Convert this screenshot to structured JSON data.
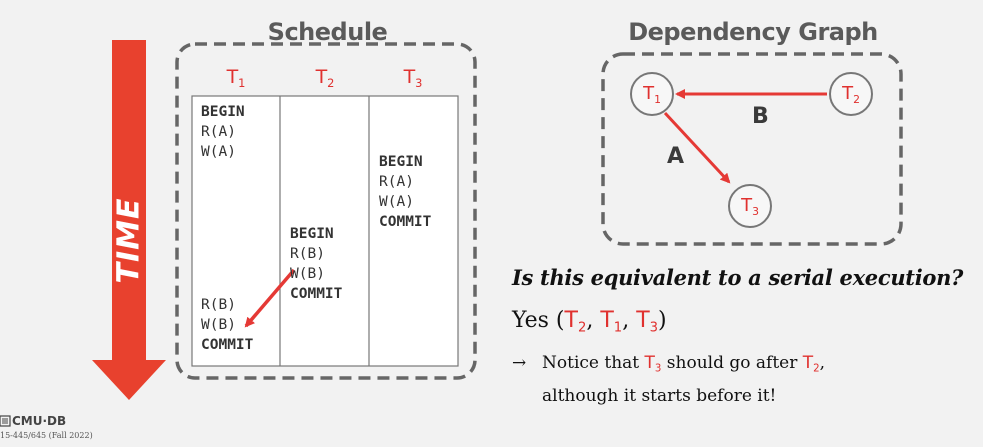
{
  "schedule": {
    "title": "Schedule",
    "transactions": [
      {
        "base": "T",
        "sub": "1"
      },
      {
        "base": "T",
        "sub": "2"
      },
      {
        "base": "T",
        "sub": "3"
      }
    ],
    "columns": [
      {
        "ops": [
          "BEGIN",
          "R(A)",
          "W(A)",
          "R(B)",
          "W(B)",
          "COMMIT"
        ]
      },
      {
        "ops": [
          "BEGIN",
          "R(B)",
          "W(B)",
          "COMMIT"
        ]
      },
      {
        "ops": [
          "BEGIN",
          "R(A)",
          "W(A)",
          "COMMIT"
        ]
      }
    ],
    "time_label": "TIME"
  },
  "graph": {
    "title": "Dependency Graph",
    "nodes": [
      {
        "base": "T",
        "sub": "1"
      },
      {
        "base": "T",
        "sub": "2"
      },
      {
        "base": "T",
        "sub": "3"
      }
    ],
    "edges": [
      {
        "from": "T2",
        "to": "T1",
        "label": "B"
      },
      {
        "from": "T1",
        "to": "T3",
        "label": "A"
      }
    ]
  },
  "question": "Is this equivalent to a serial execution?",
  "answer": {
    "prefix": "Yes (",
    "order": [
      {
        "base": "T",
        "sub": "2"
      },
      {
        "base": "T",
        "sub": "1"
      },
      {
        "base": "T",
        "sub": "3"
      }
    ],
    "sep": ", ",
    "suffix": ")"
  },
  "note": {
    "arrow": "→",
    "part1": "Notice that ",
    "t_a": {
      "base": "T",
      "sub": "3"
    },
    "part2": " should go after ",
    "t_b": {
      "base": "T",
      "sub": "2"
    },
    "part3": ",",
    "line2": "although it starts before it!"
  },
  "footer": {
    "logo": "CMU·DB",
    "course": "15-445/645 (Fall 2022)"
  },
  "colors": {
    "accent": "#e0312f",
    "arrow": "#e53935",
    "dash": "#666666",
    "background": "#f2f2f2"
  }
}
